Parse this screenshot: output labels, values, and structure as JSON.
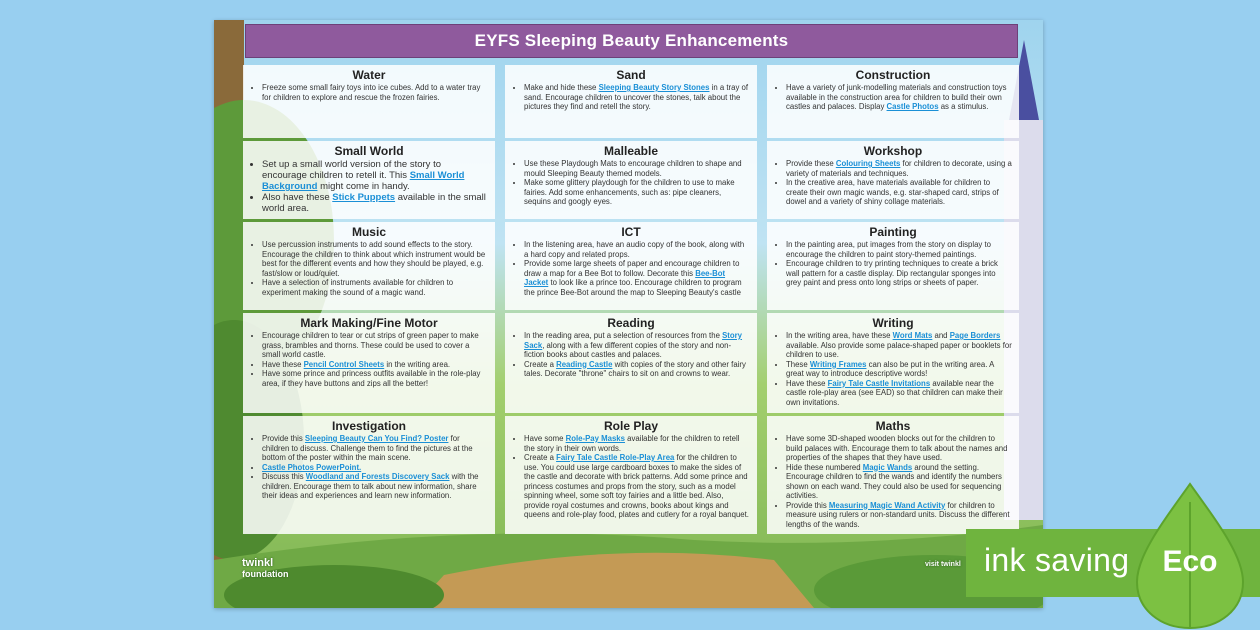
{
  "title": "EYFS Sleeping Beauty Enhancements",
  "cells": [
    {
      "heading": "Water",
      "size": "normal",
      "items": [
        [
          {
            "t": "Freeze some small fairy toys into ice cubes. Add to a water tray for children to explore and rescue the frozen fairies."
          }
        ]
      ]
    },
    {
      "heading": "Sand",
      "size": "normal",
      "items": [
        [
          {
            "t": "Make and hide these "
          },
          {
            "t": "Sleeping Beauty Story Stones",
            "link": true
          },
          {
            "t": " in a tray of sand. Encourage children to uncover the stones, talk about the pictures they find and retell the story."
          }
        ]
      ]
    },
    {
      "heading": "Construction",
      "size": "normal",
      "items": [
        [
          {
            "t": "Have a variety of junk-modelling materials and construction toys available in the construction area for children to build their own castles and palaces. Display "
          },
          {
            "t": "Castle Photos",
            "link": true
          },
          {
            "t": " as a stimulus."
          }
        ]
      ]
    },
    {
      "heading": "Small World",
      "size": "big",
      "items": [
        [
          {
            "t": "Set up a small world version of the story to encourage children to retell it. This "
          },
          {
            "t": "Small World Background",
            "link": true
          },
          {
            "t": " might come in handy."
          }
        ],
        [
          {
            "t": "Also have these "
          },
          {
            "t": "Stick Puppets",
            "link": true
          },
          {
            "t": " available in the small world area."
          }
        ]
      ]
    },
    {
      "heading": "Malleable",
      "size": "normal",
      "items": [
        [
          {
            "t": "Use these Playdough Mats to encourage children to shape and mould Sleeping Beauty themed models."
          }
        ],
        [
          {
            "t": "Make some glittery playdough for the children to use to make fairies. Add some enhancements, such as: pipe cleaners, sequins and googly eyes."
          }
        ]
      ]
    },
    {
      "heading": "Workshop",
      "size": "normal",
      "items": [
        [
          {
            "t": "Provide these "
          },
          {
            "t": "Colouring Sheets",
            "link": true
          },
          {
            "t": " for children to decorate, using a variety of materials and techniques."
          }
        ],
        [
          {
            "t": "In the creative area, have materials available for children to create their own magic wands, e.g. star-shaped card, strips of dowel and a variety of shiny collage materials."
          }
        ]
      ]
    },
    {
      "heading": "Music",
      "size": "normal",
      "items": [
        [
          {
            "t": "Use percussion instruments to add sound effects to the story. Encourage the children to think about which instrument would be best for the different events and how they should be played, e.g. fast/slow or loud/quiet."
          }
        ],
        [
          {
            "t": "Have a selection of instruments available for children to experiment making the sound of a magic wand."
          }
        ]
      ]
    },
    {
      "heading": "ICT",
      "size": "normal",
      "items": [
        [
          {
            "t": "In the listening area, have an audio copy of the book, along with a hard copy and related props."
          }
        ],
        [
          {
            "t": "Provide some large sheets of paper and encourage children to draw a map for a Bee Bot to follow. Decorate this "
          },
          {
            "t": "Bee-Bot Jacket",
            "link": true
          },
          {
            "t": " to look like a prince too. Encourage children to program the prince Bee-Bot around the map to Sleeping Beauty's castle"
          }
        ]
      ]
    },
    {
      "heading": "Painting",
      "size": "normal",
      "items": [
        [
          {
            "t": "In the painting area, put images from the story on display to encourage the children to paint story-themed paintings."
          }
        ],
        [
          {
            "t": "Encourage children to try printing techniques to create a brick wall pattern for a castle display. Dip rectangular sponges into grey paint and press onto long strips or sheets of paper."
          }
        ]
      ]
    },
    {
      "heading": "Mark Making/Fine Motor",
      "size": "normal",
      "items": [
        [
          {
            "t": "Encourage children to tear or cut strips of green paper to make grass, brambles and thorns. These could be used to cover a small world castle."
          }
        ],
        [
          {
            "t": "Have these "
          },
          {
            "t": "Pencil Control Sheets",
            "link": true
          },
          {
            "t": " in the writing area."
          }
        ],
        [
          {
            "t": "Have some prince and princess outfits available in the role-play area, if they have buttons and zips all the better!"
          }
        ]
      ]
    },
    {
      "heading": "Reading",
      "size": "normal",
      "items": [
        [
          {
            "t": "In the reading area, put a selection of resources from the "
          },
          {
            "t": "Story Sack",
            "link": true
          },
          {
            "t": ", along with a few different copies of the story and non-fiction books about castles and palaces."
          }
        ],
        [
          {
            "t": "Create a "
          },
          {
            "t": "Reading Castle",
            "link": true
          },
          {
            "t": " with copies of the story and other fairy tales. Decorate \"throne\" chairs to sit on and crowns to wear."
          }
        ]
      ]
    },
    {
      "heading": "Writing",
      "size": "normal",
      "items": [
        [
          {
            "t": "In the writing area, have these "
          },
          {
            "t": "Word Mats",
            "link": true
          },
          {
            "t": " and "
          },
          {
            "t": "Page Borders",
            "link": true
          },
          {
            "t": " available. Also provide some palace-shaped paper or booklets for children to use."
          }
        ],
        [
          {
            "t": "These "
          },
          {
            "t": "Writing Frames",
            "link": true
          },
          {
            "t": " can also be put in the writing area. A great way to introduce descriptive words!"
          }
        ],
        [
          {
            "t": "Have these "
          },
          {
            "t": "Fairy Tale Castle Invitations",
            "link": true
          },
          {
            "t": " available near the castle role-play area (see EAD) so that children can make their own invitations."
          }
        ]
      ]
    },
    {
      "heading": "Investigation",
      "size": "normal",
      "items": [
        [
          {
            "t": "Provide this "
          },
          {
            "t": "Sleeping Beauty Can You Find? Poster",
            "link": true
          },
          {
            "t": " for children to discuss. Challenge them to find the pictures at the bottom of the poster within the main scene."
          }
        ],
        [
          {
            "t": "Castle Photos PowerPoint.",
            "link": true
          }
        ],
        [
          {
            "t": "Discuss this "
          },
          {
            "t": "Woodland and Forests Discovery Sack",
            "link": true
          },
          {
            "t": " with the children. Encourage them to talk about new information, share their ideas and experiences and learn new information."
          }
        ]
      ]
    },
    {
      "heading": "Role Play",
      "size": "normal",
      "items": [
        [
          {
            "t": "Have some "
          },
          {
            "t": "Role-Pay Masks",
            "link": true
          },
          {
            "t": " available for the children to retell the story in their own words."
          }
        ],
        [
          {
            "t": "Create a "
          },
          {
            "t": "Fairy Tale Castle Role-Play Area",
            "link": true
          },
          {
            "t": " for the children to use. You could use large cardboard boxes to make the sides of the castle and decorate with brick patterns. Add some prince and princess costumes and props from the story, such as a model spinning wheel, some soft toy fairies and a little bed. Also, provide royal costumes and crowns, books about kings and queens and role-play food, plates and cutlery for a royal banquet."
          }
        ]
      ]
    },
    {
      "heading": "Maths",
      "size": "normal",
      "items": [
        [
          {
            "t": "Have some 3D-shaped wooden blocks out for the children to build palaces with. Encourage them to talk about the names and properties of the shapes that they have used."
          }
        ],
        [
          {
            "t": "Hide these numbered "
          },
          {
            "t": "Magic Wands",
            "link": true
          },
          {
            "t": " around the setting. Encourage children to find the wands and identify the numbers shown on each wand. They could also be used for sequencing activities."
          }
        ],
        [
          {
            "t": "Provide this "
          },
          {
            "t": "Measuring Magic Wand Activity",
            "link": true
          },
          {
            "t": " for children to measure using rulers or non-standard units. Discuss the different lengths of the wands."
          }
        ]
      ]
    }
  ],
  "footer": {
    "brand": "twinkl",
    "sub": "foundation",
    "visit": "visit twinkl"
  },
  "badge": {
    "text": "ink saving",
    "eco": "Eco"
  },
  "colors": {
    "banner": "#8f5a9d",
    "link": "#1a8fd6",
    "badge": "#6fb43e"
  }
}
